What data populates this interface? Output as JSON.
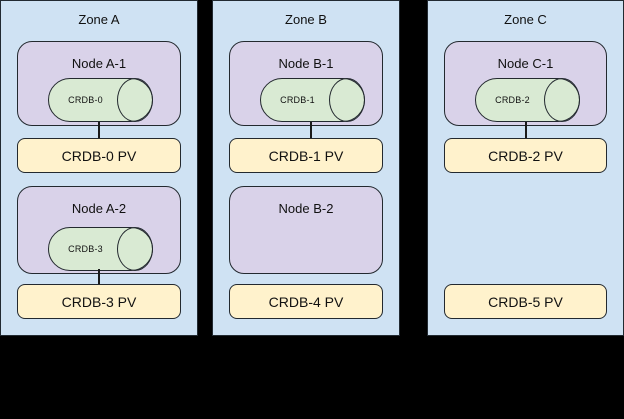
{
  "diagram": {
    "description": "Three availability zones with Kubernetes nodes, CockroachDB pods (cylinders) and persistent volumes",
    "colors": {
      "background": "#000000",
      "zone_fill": "#cfe2f3",
      "node_fill": "#d9d2e9",
      "pod_fill": "#d9ead3",
      "pv_fill": "#fff2cc",
      "border": "#23292f"
    }
  },
  "zones": [
    {
      "label": "Zone A",
      "nodes": [
        {
          "title": "Node A-1",
          "pod": "CRDB-0"
        },
        {
          "title": "Node A-2",
          "pod": "CRDB-3"
        }
      ],
      "pvs": [
        {
          "label": "CRDB-0 PV"
        },
        {
          "label": "CRDB-3 PV"
        }
      ]
    },
    {
      "label": "Zone B",
      "nodes": [
        {
          "title": "Node B-1",
          "pod": "CRDB-1"
        },
        {
          "title": "Node B-2",
          "pod": ""
        }
      ],
      "pvs": [
        {
          "label": "CRDB-1 PV"
        },
        {
          "label": "CRDB-4 PV"
        }
      ]
    },
    {
      "label": "Zone C",
      "nodes": [
        {
          "title": "Node C-1",
          "pod": "CRDB-2"
        }
      ],
      "pvs": [
        {
          "label": "CRDB-2 PV"
        },
        {
          "label": "CRDB-5 PV"
        }
      ]
    }
  ]
}
